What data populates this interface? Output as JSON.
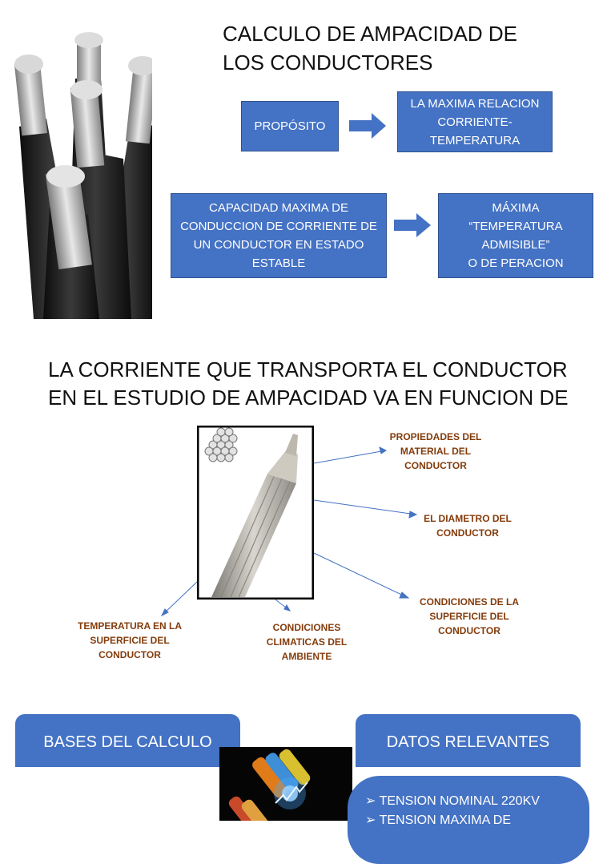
{
  "title_top": "CALCULO DE AMPACIDAD DE LOS CONDUCTORES",
  "boxes": {
    "proposito": "PROPÓSITO",
    "relacion": "LA MAXIMA RELACION\nCORRIENTE-\nTEMPERATURA",
    "capacidad": "CAPACIDAD MAXIMA DE\nCONDUCCION DE CORRIENTE DE\nUN CONDUCTOR EN ESTADO\nESTABLE",
    "maxima": "MÁXIMA\n“TEMPERATURA\nADMISIBLE”\nO DE PERACION"
  },
  "title_mid": "LA CORRIENTE QUE TRANSPORTA EL CONDUCTOR EN EL ESTUDIO DE AMPACIDAD  VA EN FUNCION DE",
  "labels": {
    "propiedades": "PROPIEDADES DEL\nMATERIAL DEL\nCONDUCTOR",
    "diametro": "EL DIAMETRO DEL\nCONDUCTOR",
    "superficie": "CONDICIONES DE LA\nSUPERFICIE DEL\nCONDUCTOR",
    "temperatura": "TEMPERATURA EN LA\nSUPERFICIE DEL\nCONDUCTOR",
    "climaticas": "CONDICIONES\nCLIMATICAS DEL\nAMBIENTE"
  },
  "tabs": {
    "bases": "BASES DEL CALCULO",
    "datos": "DATOS RELEVANTES"
  },
  "datos_list": [
    "TENSION NOMINAL 220KV",
    "TENSION MAXIMA DE"
  ],
  "colors": {
    "box_blue": "#4472c4",
    "label_brown": "#843c0c",
    "line_blue": "#4472c4"
  }
}
